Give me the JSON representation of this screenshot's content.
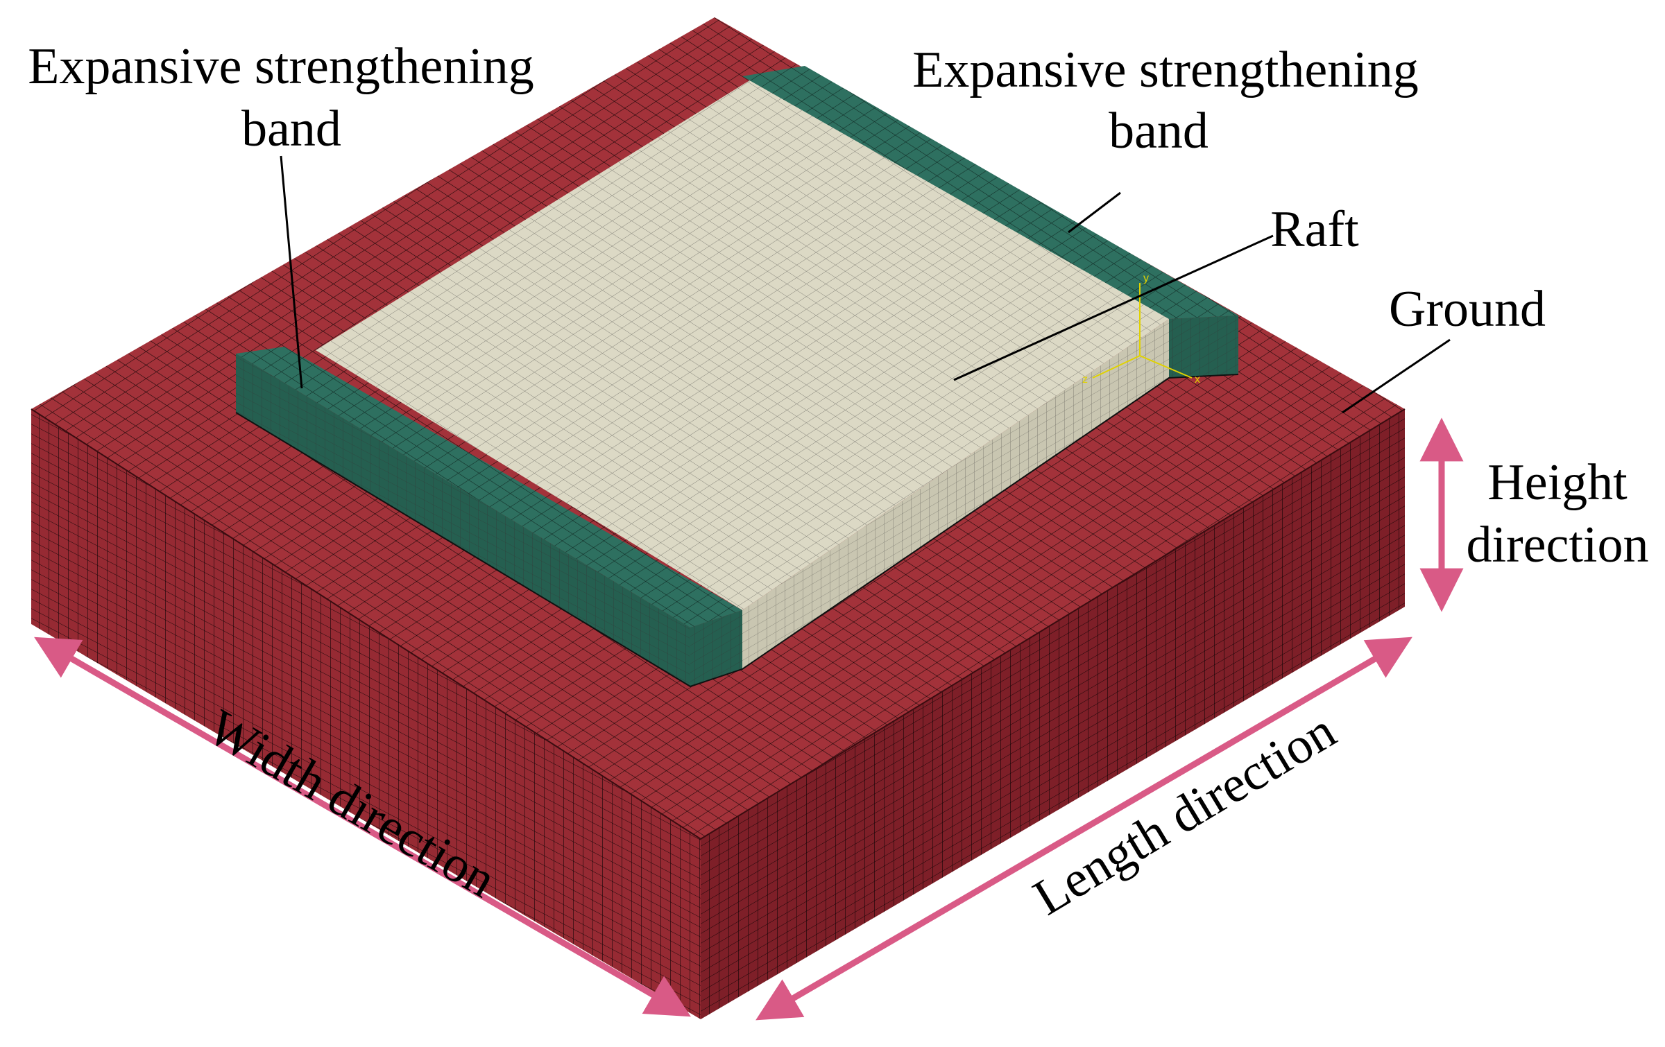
{
  "labels": {
    "band_left_line1": "Expansive strengthening",
    "band_left_line2": "band",
    "band_right_line1": "Expansive strengthening",
    "band_right_line2": "band",
    "raft": "Raft",
    "ground": "Ground",
    "height_line1": "Height",
    "height_line2": "direction",
    "width": "Width direction",
    "length": "Length direction"
  },
  "triad": {
    "x": "x",
    "y": "y",
    "z": "z"
  },
  "colors": {
    "ground_top": "#a3323a",
    "ground_left": "#962a33",
    "ground_right": "#7e1f28",
    "band_top": "#2e7060",
    "band_side": "#255f50",
    "raft_top": "#dcd9c5",
    "raft_side": "#c9c6b1",
    "mesh": "#000000",
    "arrow": "#d95a86",
    "triad": "#e0d200"
  }
}
